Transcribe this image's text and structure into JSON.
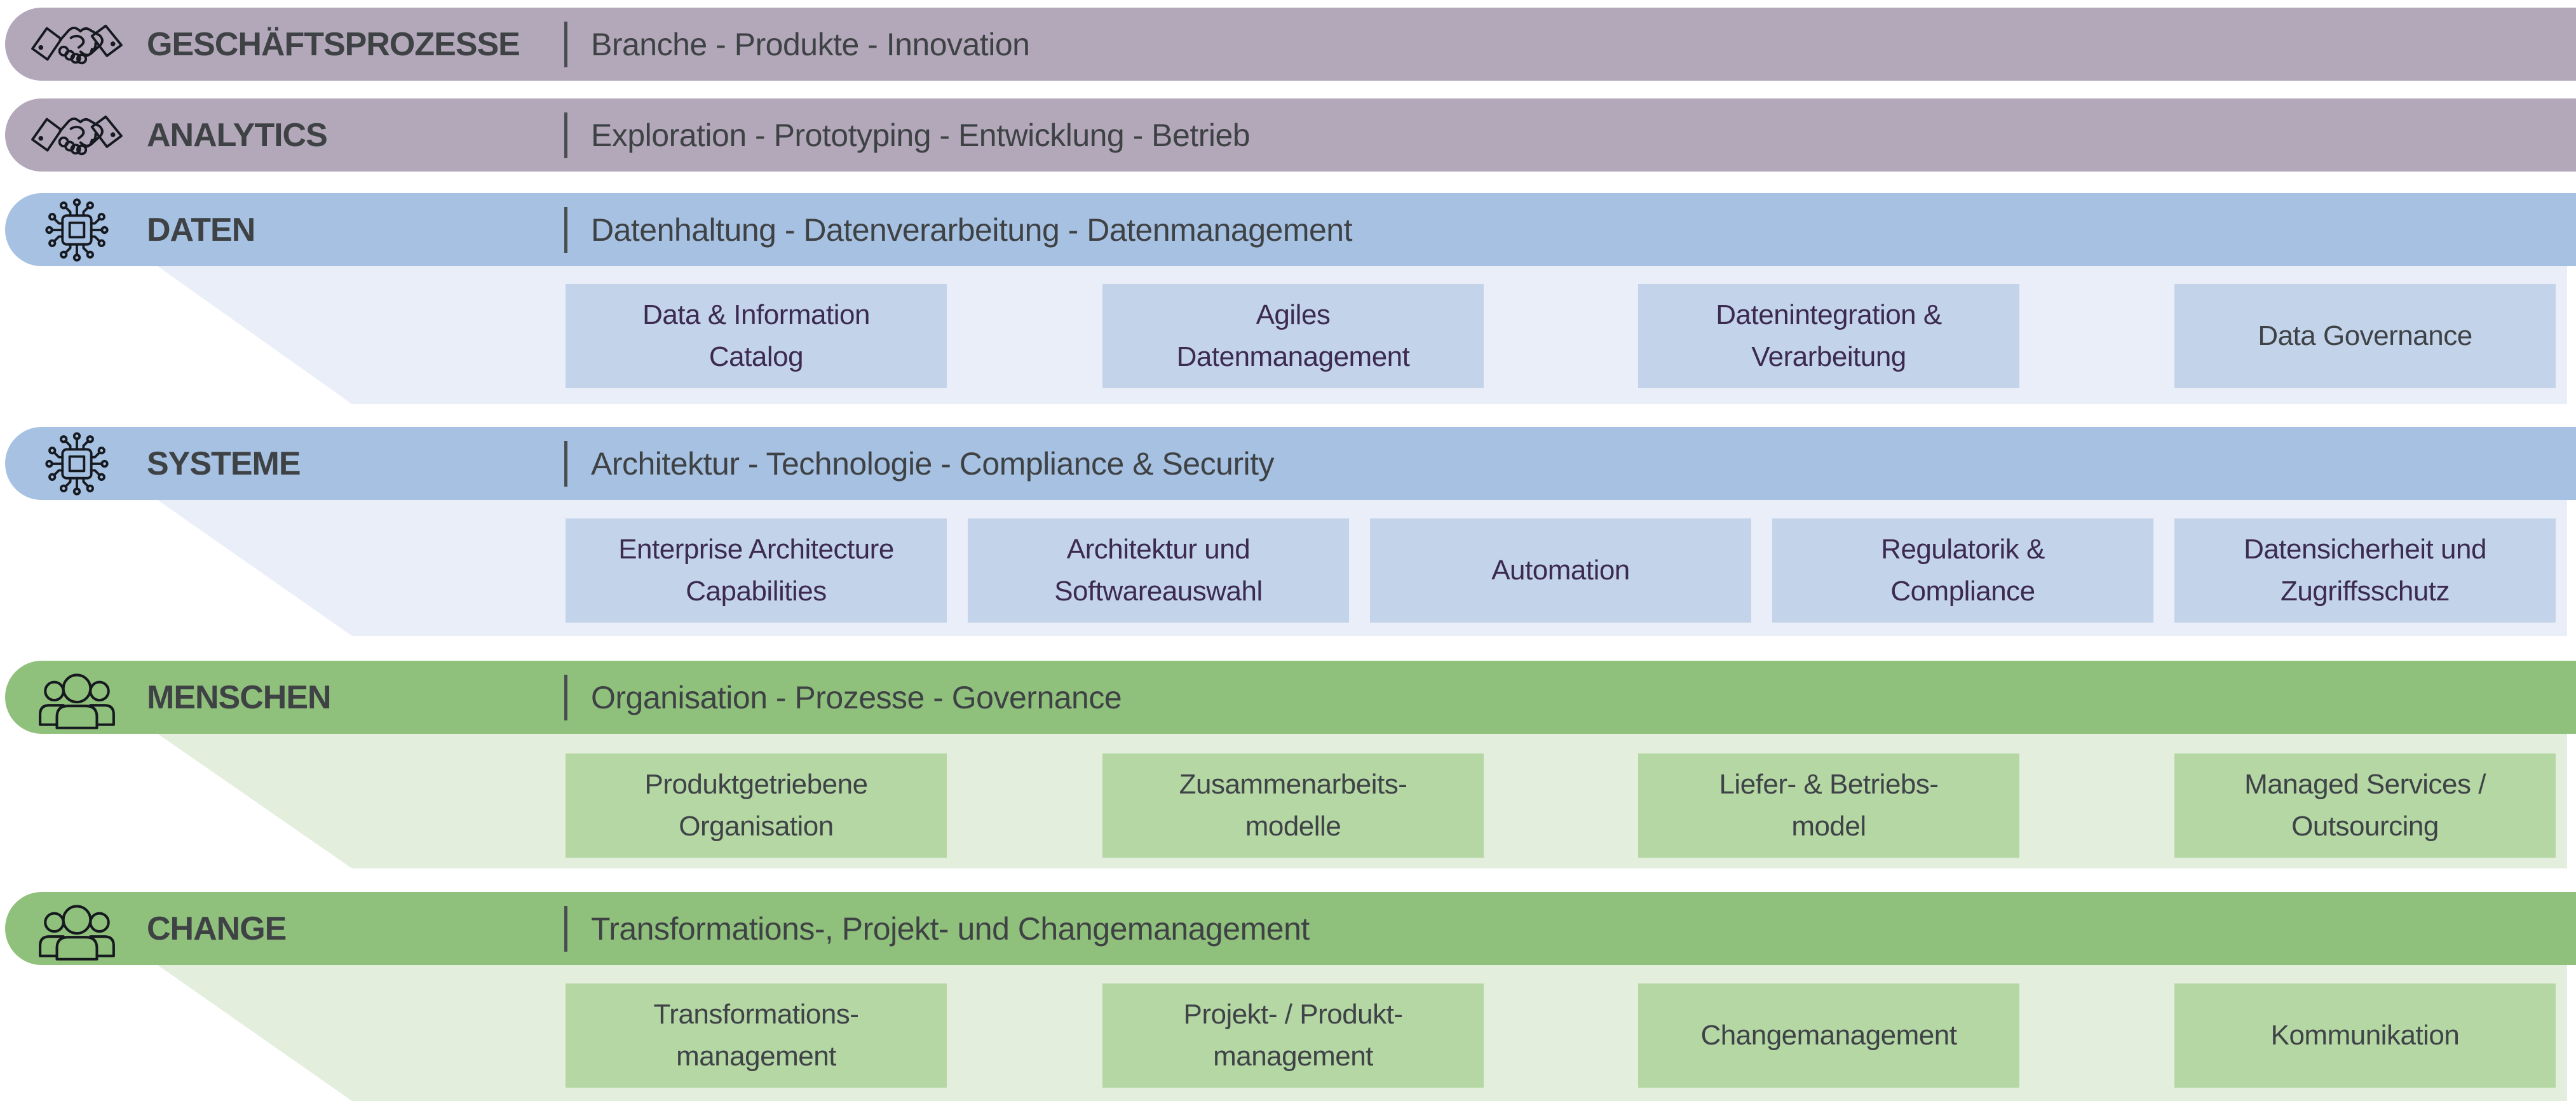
{
  "palette": {
    "background": "#ffffff",
    "purple_bar": "#b2a8ba",
    "blue_bar": "#a6c1e1",
    "green_bar": "#90c17c",
    "blue_funnel_area": "#e9eef8",
    "green_funnel_area": "#e3efdc",
    "blue_capability_box": "#c3d4ea",
    "green_capability_box": "#b4d7a4",
    "heading_text": "#3f4245",
    "divider_line": "#4a4d50",
    "purple_box_text": "#3c2a50",
    "gray_box_text": "#3f4347",
    "icon_stroke": "#16191f"
  },
  "rows": [
    {
      "title": "GESCHÄFTSPROZESSE",
      "subtitle": "Branche - Produkte - Innovation",
      "icon": "handshake-icon",
      "theme": "purple",
      "boxes": []
    },
    {
      "title": "ANALYTICS",
      "subtitle": "Exploration - Prototyping - Entwicklung - Betrieb",
      "icon": "handshake-icon",
      "theme": "purple",
      "boxes": []
    },
    {
      "title": "DATEN",
      "subtitle": "Datenhaltung - Datenverarbeitung - Datenmanagement",
      "icon": "chip-icon",
      "theme": "blue",
      "boxes": [
        {
          "lines": [
            "Data & Information",
            "Catalog"
          ],
          "text_color": "#3c2a50"
        },
        {
          "lines": [
            "Agiles",
            "Datenmanagement"
          ],
          "text_color": "#3c2a50"
        },
        {
          "lines": [
            "Datenintegration &",
            "Verarbeitung"
          ],
          "text_color": "#3c2a50"
        },
        {
          "lines": [
            "Data Governance"
          ],
          "text_color": "#3f4347"
        }
      ]
    },
    {
      "title": "SYSTEME",
      "subtitle": "Architektur - Technologie - Compliance & Security",
      "icon": "chip-icon",
      "theme": "blue",
      "boxes": [
        {
          "lines": [
            "Enterprise Architecture",
            "Capabilities"
          ],
          "text_color": "#3c2a50"
        },
        {
          "lines": [
            "Architektur und",
            "Softwareauswahl"
          ],
          "text_color": "#3c2a50"
        },
        {
          "lines": [
            "Automation"
          ],
          "text_color": "#3c2a50"
        },
        {
          "lines": [
            "Regulatorik &",
            "Compliance"
          ],
          "text_color": "#3c2a50"
        },
        {
          "lines": [
            "Datensicherheit und",
            "Zugriffsschutz"
          ],
          "text_color": "#3c2a50"
        }
      ]
    },
    {
      "title": "MENSCHEN",
      "subtitle": "Organisation - Prozesse - Governance",
      "icon": "people-icon",
      "theme": "green",
      "boxes": [
        {
          "lines": [
            "Produktgetriebene",
            "Organisation"
          ],
          "text_color": "#3f4347"
        },
        {
          "lines": [
            "Zusammenarbeits-",
            "modelle"
          ],
          "text_color": "#3f4347"
        },
        {
          "lines": [
            "Liefer- & Betriebs-",
            "model"
          ],
          "text_color": "#3f4347"
        },
        {
          "lines": [
            "Managed Services /",
            "Outsourcing"
          ],
          "text_color": "#3f4347"
        }
      ]
    },
    {
      "title": "CHANGE",
      "subtitle": "Transformations-, Projekt- und Changemanagement",
      "icon": "people-icon",
      "theme": "green",
      "boxes": [
        {
          "lines": [
            "Transformations-",
            "management"
          ],
          "text_color": "#3f4347"
        },
        {
          "lines": [
            "Projekt- / Produkt-",
            "management"
          ],
          "text_color": "#3f4347"
        },
        {
          "lines": [
            "Changemanagement"
          ],
          "text_color": "#3f4347"
        },
        {
          "lines": [
            "Kommunikation"
          ],
          "text_color": "#3f4347"
        }
      ]
    }
  ]
}
